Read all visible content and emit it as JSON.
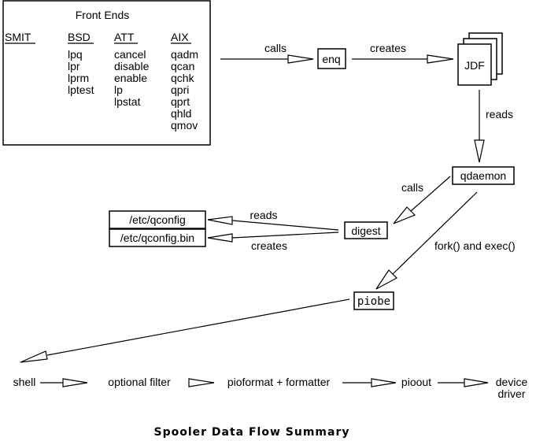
{
  "front_ends": {
    "title": "Front Ends",
    "columns": [
      {
        "header": "SMIT",
        "items": []
      },
      {
        "header": "BSD",
        "items": [
          "lpq",
          "lpr",
          "lprm",
          "lptest"
        ]
      },
      {
        "header": "ATT",
        "items": [
          "cancel",
          "disable",
          "enable",
          "lp",
          "lpstat"
        ]
      },
      {
        "header": "AIX",
        "items": [
          "qadm",
          "qcan",
          "qchk",
          "qpri",
          "qprt",
          "qhld",
          "qmov"
        ]
      }
    ]
  },
  "nodes": {
    "enq": "enq",
    "jdf": "JDF",
    "qdaemon": "qdaemon",
    "digest": "digest",
    "qconfig": "/etc/qconfig",
    "qconfig_bin": "/etc/qconfig.bin",
    "piobe": "piobe",
    "shell": "shell",
    "optional_filter": "optional filter",
    "pioformat": "pioformat + formatter",
    "pioout": "pioout",
    "device_line1": "device",
    "device_line2": "driver"
  },
  "edges": {
    "calls_enq": "calls",
    "creates_jdf": "creates",
    "reads_jdf": "reads",
    "calls_digest": "calls",
    "reads_qconfig": "reads",
    "creates_bin": "creates",
    "fork_exec": "fork() and exec()"
  },
  "caption": "Spooler Data Flow Summary"
}
